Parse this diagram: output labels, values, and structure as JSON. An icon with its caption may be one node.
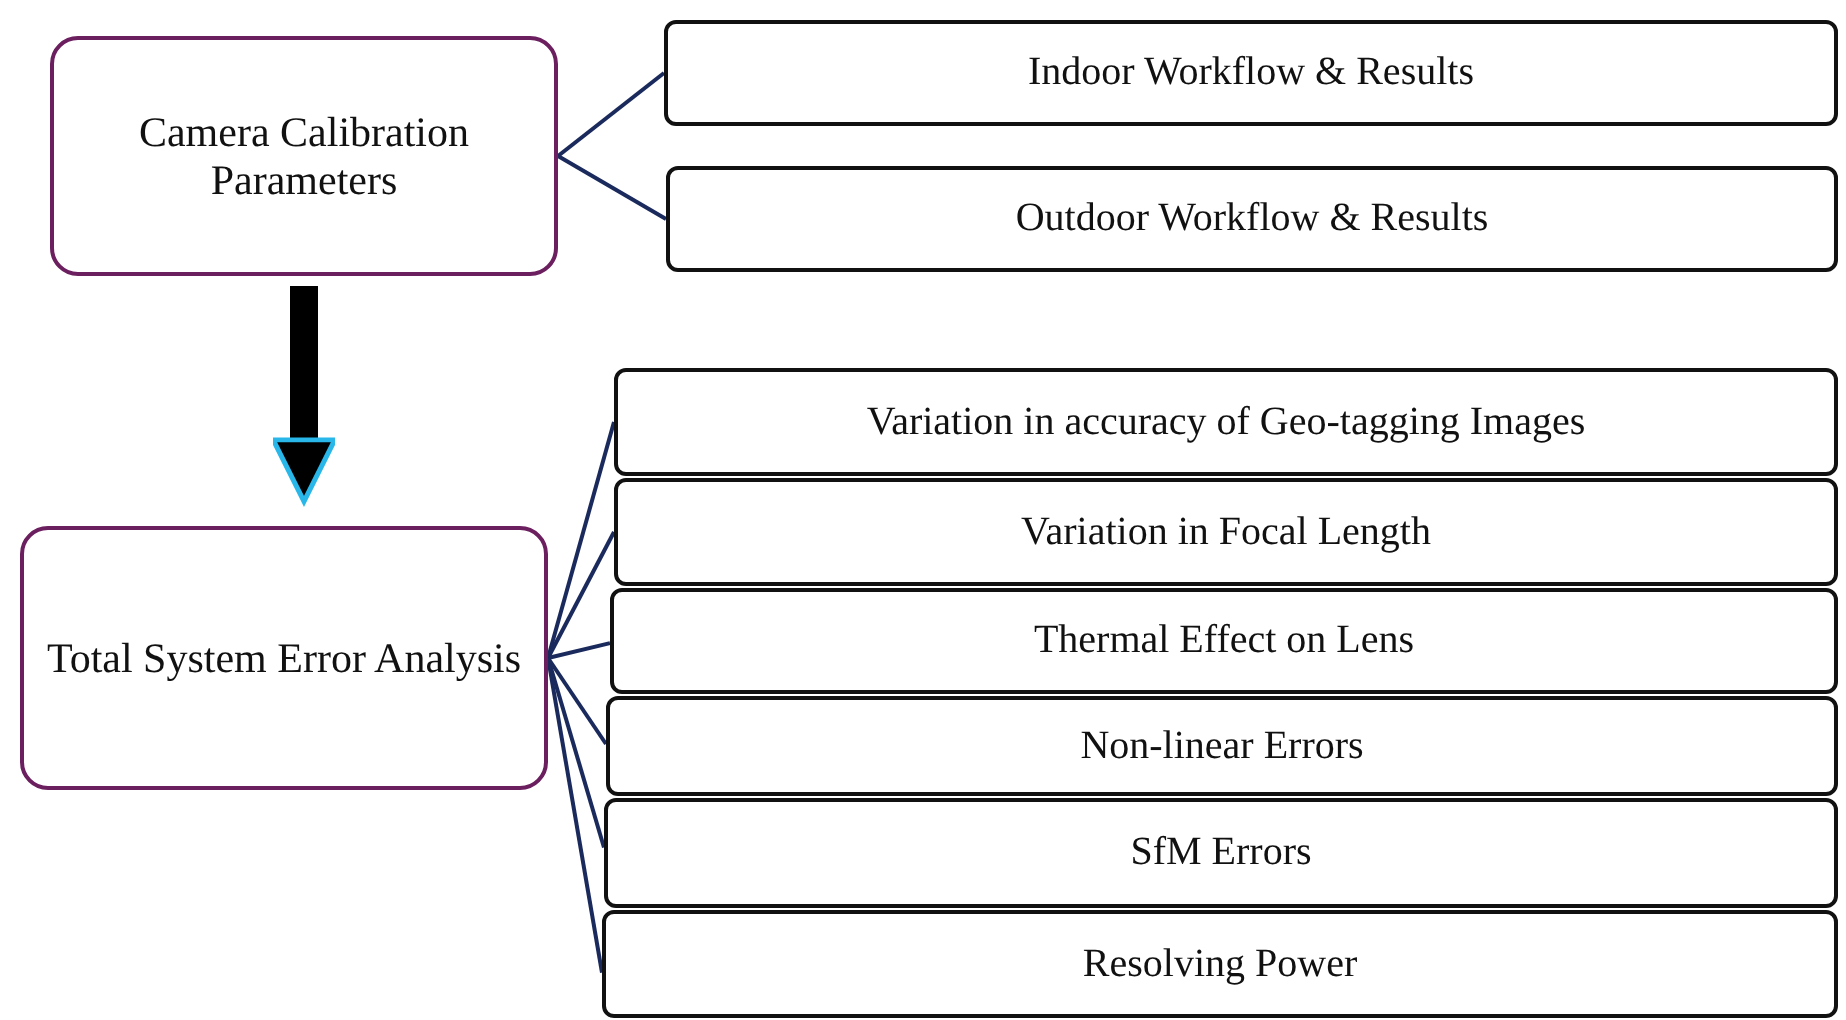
{
  "diagram": {
    "nodes": [
      {
        "text": [
          "Camera Calibration Parameters"
        ]
      },
      {
        "text": [
          "Indoor Workflow & Results"
        ]
      },
      {
        "text": [
          "Outdoor Workflow & Results"
        ]
      },
      {
        "text": [
          "Total System Error Analysis"
        ]
      },
      {
        "text": [
          "Variation in accuracy of Geo-tagging Images"
        ]
      },
      {
        "text": [
          "Variation in Focal Length"
        ]
      },
      {
        "text": [
          "Thermal Effect on Lens"
        ]
      },
      {
        "text": [
          "Non-linear Errors"
        ]
      },
      {
        "text": [
          "SfM Errors"
        ]
      },
      {
        "text": [
          "Resolving Power"
        ]
      }
    ],
    "edges": [
      {
        "from": 0,
        "to": 1,
        "arrow": "none"
      },
      {
        "from": 0,
        "to": 2,
        "arrow": "none"
      },
      {
        "from": 0,
        "to": 3,
        "arrow": "to",
        "style": "thick",
        "color": "#000000"
      },
      {
        "from": 3,
        "to": 4,
        "arrow": "none"
      },
      {
        "from": 3,
        "to": 5,
        "arrow": "none"
      },
      {
        "from": 3,
        "to": 6,
        "arrow": "none"
      },
      {
        "from": 3,
        "to": 7,
        "arrow": "none"
      },
      {
        "from": 3,
        "to": 8,
        "arrow": "none"
      },
      {
        "from": 3,
        "to": 9,
        "arrow": "none"
      }
    ]
  }
}
